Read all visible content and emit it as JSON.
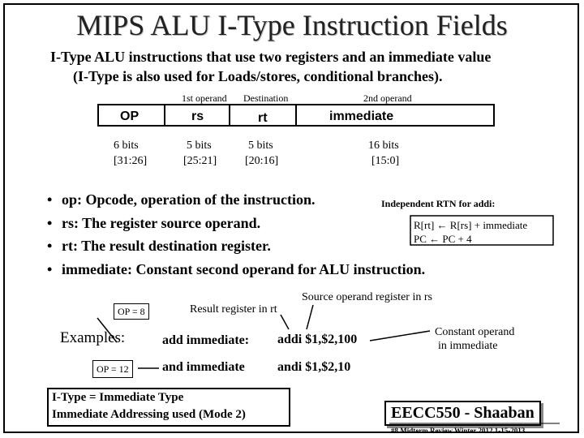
{
  "title": "MIPS ALU I-Type Instruction Fields",
  "subtitle_line1": "I-Type ALU instructions that use two registers and an immediate value",
  "subtitle_line2": "(I-Type is also used for Loads/stores, conditional branches).",
  "labels_above": {
    "first_operand": "1st operand",
    "destination": "Destination",
    "second_operand": "2nd operand"
  },
  "fields": [
    {
      "name": "OP",
      "bits": "6 bits",
      "range": "[31:26]"
    },
    {
      "name": "rs",
      "bits": "5 bits",
      "range": "[25:21]"
    },
    {
      "name": "rt",
      "bits": "5 bits",
      "range": "[20:16]"
    },
    {
      "name": "immediate",
      "bits": "16 bits",
      "range": "[15:0]"
    }
  ],
  "bullets": [
    "op: Opcode, operation of the instruction.",
    "rs: The register source operand.",
    "rt: The result destination register.",
    "immediate:  Constant second operand for ALU instruction."
  ],
  "rtn": {
    "heading": "Independent RTN for addi:",
    "line1": "R[rt] ← R[rs] + immediate",
    "line2": "PC ← PC + 4"
  },
  "annotations": {
    "source_rs": "Source operand register in rs",
    "result_rt": "Result register in rt",
    "constant_line1": "Constant operand",
    "constant_line2": "in immediate"
  },
  "examples": {
    "label": "Examples:",
    "op8": "OP = 8",
    "op12": "OP = 12",
    "row1_name": "add immediate:",
    "row1_code": "addi $1,$2,100",
    "row2_name": "and immediate",
    "row2_code": "andi $1,$2,10"
  },
  "footer": {
    "line1": "I-Type =  Immediate Type",
    "line2": "Immediate Addressing used (Mode 2)",
    "course": "EECC550 - Shaaban",
    "meta": "#8   Midterm Review   Winter 2012   1-15-2013"
  }
}
